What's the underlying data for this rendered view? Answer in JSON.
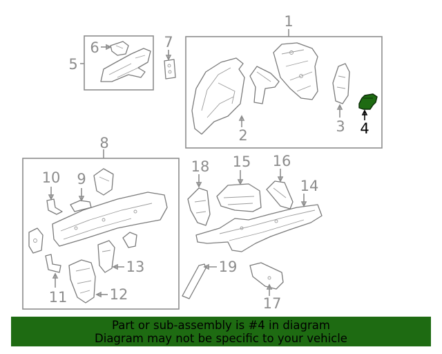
{
  "diagram": {
    "callouts": [
      {
        "id": "1",
        "label": "1"
      },
      {
        "id": "2",
        "label": "2"
      },
      {
        "id": "3",
        "label": "3"
      },
      {
        "id": "4",
        "label": "4",
        "highlighted": true
      },
      {
        "id": "5",
        "label": "5"
      },
      {
        "id": "6",
        "label": "6"
      },
      {
        "id": "7",
        "label": "7"
      },
      {
        "id": "8",
        "label": "8"
      },
      {
        "id": "9",
        "label": "9"
      },
      {
        "id": "10",
        "label": "10"
      },
      {
        "id": "11",
        "label": "11"
      },
      {
        "id": "12",
        "label": "12"
      },
      {
        "id": "13",
        "label": "13"
      },
      {
        "id": "14",
        "label": "14"
      },
      {
        "id": "15",
        "label": "15"
      },
      {
        "id": "16",
        "label": "16"
      },
      {
        "id": "17",
        "label": "17"
      },
      {
        "id": "18",
        "label": "18"
      },
      {
        "id": "19",
        "label": "19"
      }
    ],
    "colors": {
      "line_art": "#7a7a7a",
      "callout_text": "#8c8c8c",
      "highlight_part": "#1e6b12",
      "highlight_text": "#000000",
      "banner_background": "#1e6b12"
    }
  },
  "banner": {
    "line1": "Part or sub-assembly is #4 in diagram",
    "line2": "Diagram may not be specific to your vehicle"
  }
}
